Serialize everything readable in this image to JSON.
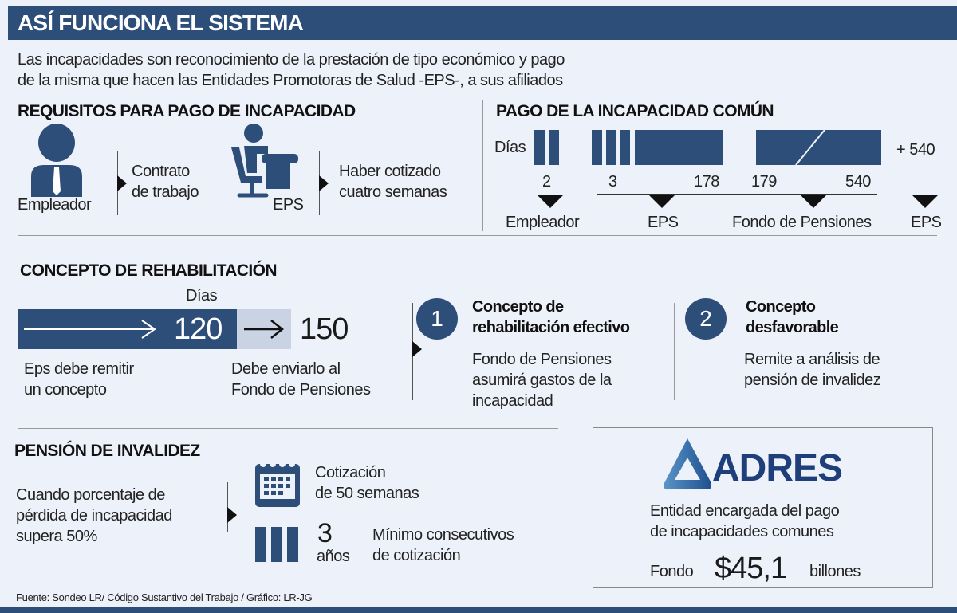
{
  "header": {
    "title": "ASÍ FUNCIONA EL SISTEMA"
  },
  "intro": [
    "Las incapacidades son reconocimiento de la prestación de tipo económico y pago",
    "de la misma que hacen las Entidades Promotoras de Salud -EPS-, a sus afiliados"
  ],
  "requisitos": {
    "title": "REQUISITOS PARA PAGO DE INCAPACIDAD",
    "employer_label": "Empleador",
    "contract": [
      "Contrato",
      "de trabajo"
    ],
    "eps_label": "EPS",
    "cotizado": [
      "Haber cotizado",
      "cuatro semanas"
    ]
  },
  "pago": {
    "title": "PAGO DE LA INCAPACIDAD COMÚN",
    "dias": "Días",
    "plus": "+ 540",
    "n2": "2",
    "n3": "3",
    "n178": "178",
    "n179": "179",
    "n540": "540",
    "payers": [
      "Empleador",
      "EPS",
      "Fondo de Pensiones",
      "EPS"
    ]
  },
  "rehab": {
    "title": "CONCEPTO DE REHABILITACIÓN",
    "dias": "Días",
    "d120": "120",
    "d150": "150",
    "left": [
      "Eps debe remitir",
      "un concepto"
    ],
    "mid": [
      "Debe enviarlo al",
      "Fondo de Pensiones"
    ],
    "c1": {
      "num": "1",
      "title": [
        "Concepto de",
        "rehabilitación efectivo"
      ],
      "text": [
        "Fondo de Pensiones",
        "asumirá gastos de la",
        "incapacidad"
      ]
    },
    "c2": {
      "num": "2",
      "title": [
        "Concepto",
        "desfavorable"
      ],
      "text": [
        "Remite a análisis de",
        "pensión de invalidez"
      ]
    }
  },
  "invalidez": {
    "title": "PENSIÓN DE INVALIDEZ",
    "cond": [
      "Cuando porcentaje de",
      "pérdida de incapacidad",
      "supera 50%"
    ],
    "cot": [
      "Cotización",
      "de 50 semanas"
    ],
    "years_num": "3",
    "years_unit": "años",
    "min": [
      "Mínimo consecutivos",
      "de cotización"
    ]
  },
  "adres": {
    "logo": "ADRES",
    "desc": [
      "Entidad encargada del pago",
      "de incapacidades comunes"
    ],
    "fondo": "Fondo",
    "amount": "$45,1",
    "unit": "billones"
  },
  "source": "Fuente: Sondeo LR/ Código Sustantivo del Trabajo / Gráfico: LR-JG",
  "colors": {
    "primary": "#2e4e7a",
    "background": "#edf1f9",
    "light": "#c9d3e3"
  }
}
